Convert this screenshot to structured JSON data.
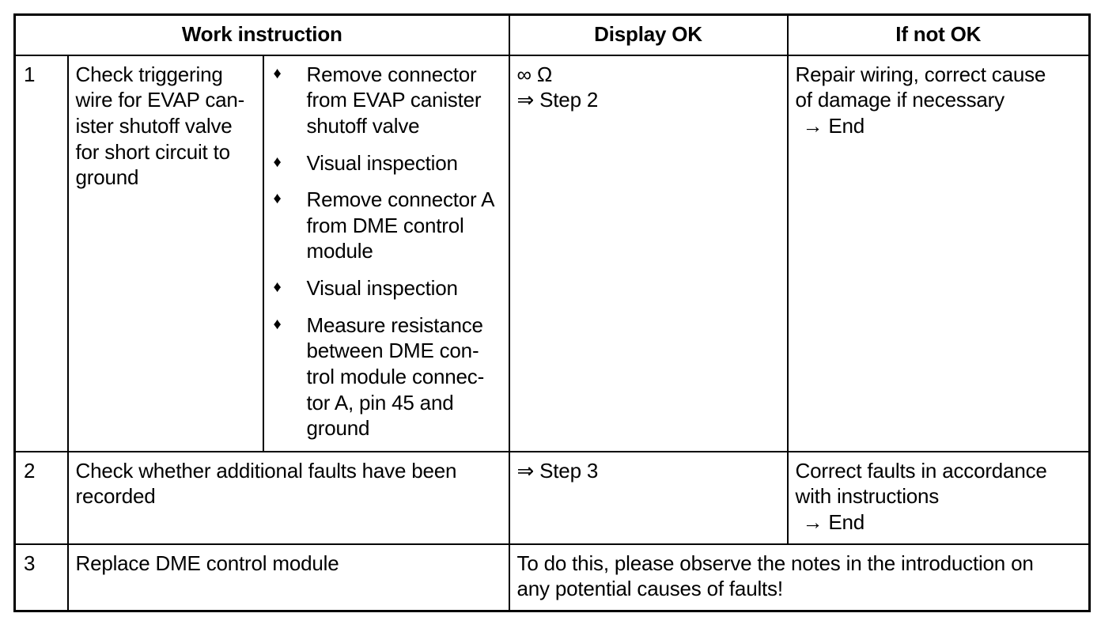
{
  "table": {
    "header": {
      "work_instruction": "Work instruction",
      "display_ok": "Display OK",
      "if_not_ok": "If not OK"
    },
    "rows": [
      {
        "number": "1",
        "description_lines": [
          "Check triggering",
          "wire for EVAP can-",
          "ister shutoff valve",
          "for short circuit to",
          "ground"
        ],
        "bullet_mark": "♦",
        "bullets": [
          [
            "Remove connector",
            "from EVAP canister",
            "shutoff valve"
          ],
          [
            "Visual inspection"
          ],
          [
            "Remove connector A",
            "from DME control",
            "module"
          ],
          [
            "Visual inspection"
          ],
          [
            "Measure resistance",
            "between DME con-",
            "trol module connec-",
            "tor A, pin 45 and",
            "ground"
          ]
        ],
        "display_ok_lines": [
          "∞ Ω",
          "⇒ Step 2"
        ],
        "if_not_ok_lines": [
          "Repair wiring, correct cause",
          "of damage if necessary"
        ],
        "if_not_ok_end": "→ End"
      },
      {
        "number": "2",
        "description_lines": [
          "Check whether additional faults have been",
          "recorded"
        ],
        "display_ok_lines": [
          "⇒ Step 3"
        ],
        "if_not_ok_lines": [
          "Correct faults in accordance",
          "with instructions"
        ],
        "if_not_ok_end": "→ End"
      },
      {
        "number": "3",
        "description_lines": [
          "Replace DME control module"
        ],
        "note_lines": [
          "To do this, please observe the notes in the introduction on",
          "any potential causes of faults!"
        ]
      }
    ]
  },
  "symbols": {
    "infinity": "∞",
    "ohm": "Ω",
    "double_arrow": "⇒",
    "single_arrow": "→",
    "diamond_bullet": "♦"
  }
}
